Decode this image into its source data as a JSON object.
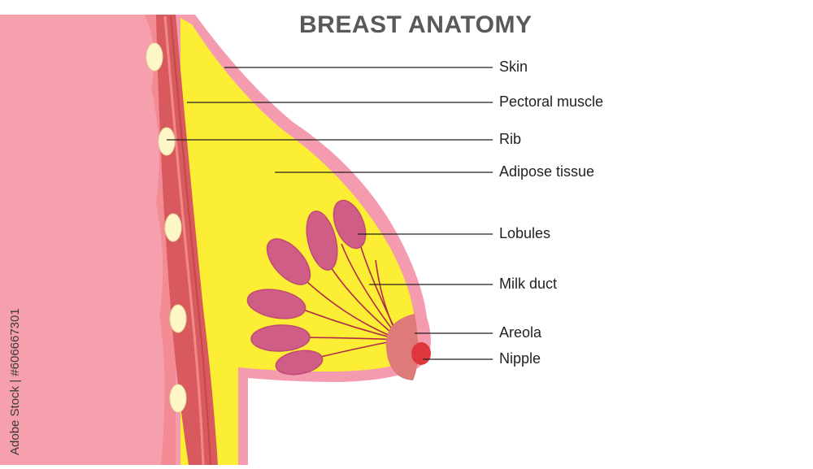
{
  "title": "BREAST ANATOMY",
  "labels": {
    "skin": "Skin",
    "pectoral_muscle": "Pectoral muscle",
    "rib": "Rib",
    "adipose_tissue": "Adipose tissue",
    "lobules": "Lobules",
    "milk_duct": "Milk duct",
    "areola": "Areola",
    "nipple": "Nipple"
  },
  "watermark": "Adobe Stock | #606667301",
  "colors": {
    "body": "#f7a0ad",
    "skin": "#f59bb0",
    "muscle": "#d95a5e",
    "adipose": "#fbee35",
    "lobule": "#d05d85",
    "duct": "#b02a4a",
    "areola": "#de7a79",
    "nipple": "#e0373f",
    "rib": "#fdf7c8"
  }
}
